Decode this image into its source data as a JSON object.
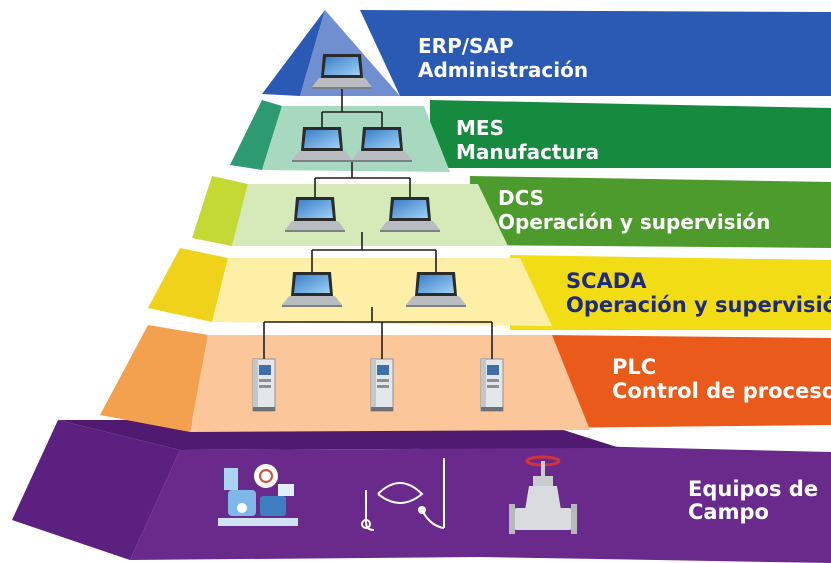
{
  "levels": [
    {
      "id": "erp",
      "title": "ERP/SAP",
      "subtitle": "Administración",
      "band_color": "#2a5ab4",
      "pyr_color": "#6f8fd0"
    },
    {
      "id": "mes",
      "title": "MES",
      "subtitle": "Manufactura",
      "band_color": "#168a3e",
      "pyr_color": "#a9d8c1"
    },
    {
      "id": "dcs",
      "title": "DCS",
      "subtitle": "Operación y supervisión",
      "band_color": "#4d9b2c",
      "pyr_color": "#d5eab8"
    },
    {
      "id": "scada",
      "title": "SCADA",
      "subtitle": "Operación y supervisión",
      "band_color": "#f2dc16",
      "pyr_color": "#fdf0a6",
      "text_color": "#1e2b78"
    },
    {
      "id": "plc",
      "title": "PLC",
      "subtitle": "Control de proceso",
      "band_color": "#ea5a1a",
      "pyr_color": "#fbc79a"
    },
    {
      "id": "campo",
      "title": "Equipos de",
      "subtitle": "Campo",
      "band_color": "#6a2a8c",
      "pyr_color": "#5f2382"
    }
  ],
  "icons": {
    "laptop": "laptop-icon",
    "plc": "plc-module-icon",
    "instrument": "lab-instrument-icon",
    "sensor": "sensor-loop-icon",
    "valve": "valve-icon"
  }
}
